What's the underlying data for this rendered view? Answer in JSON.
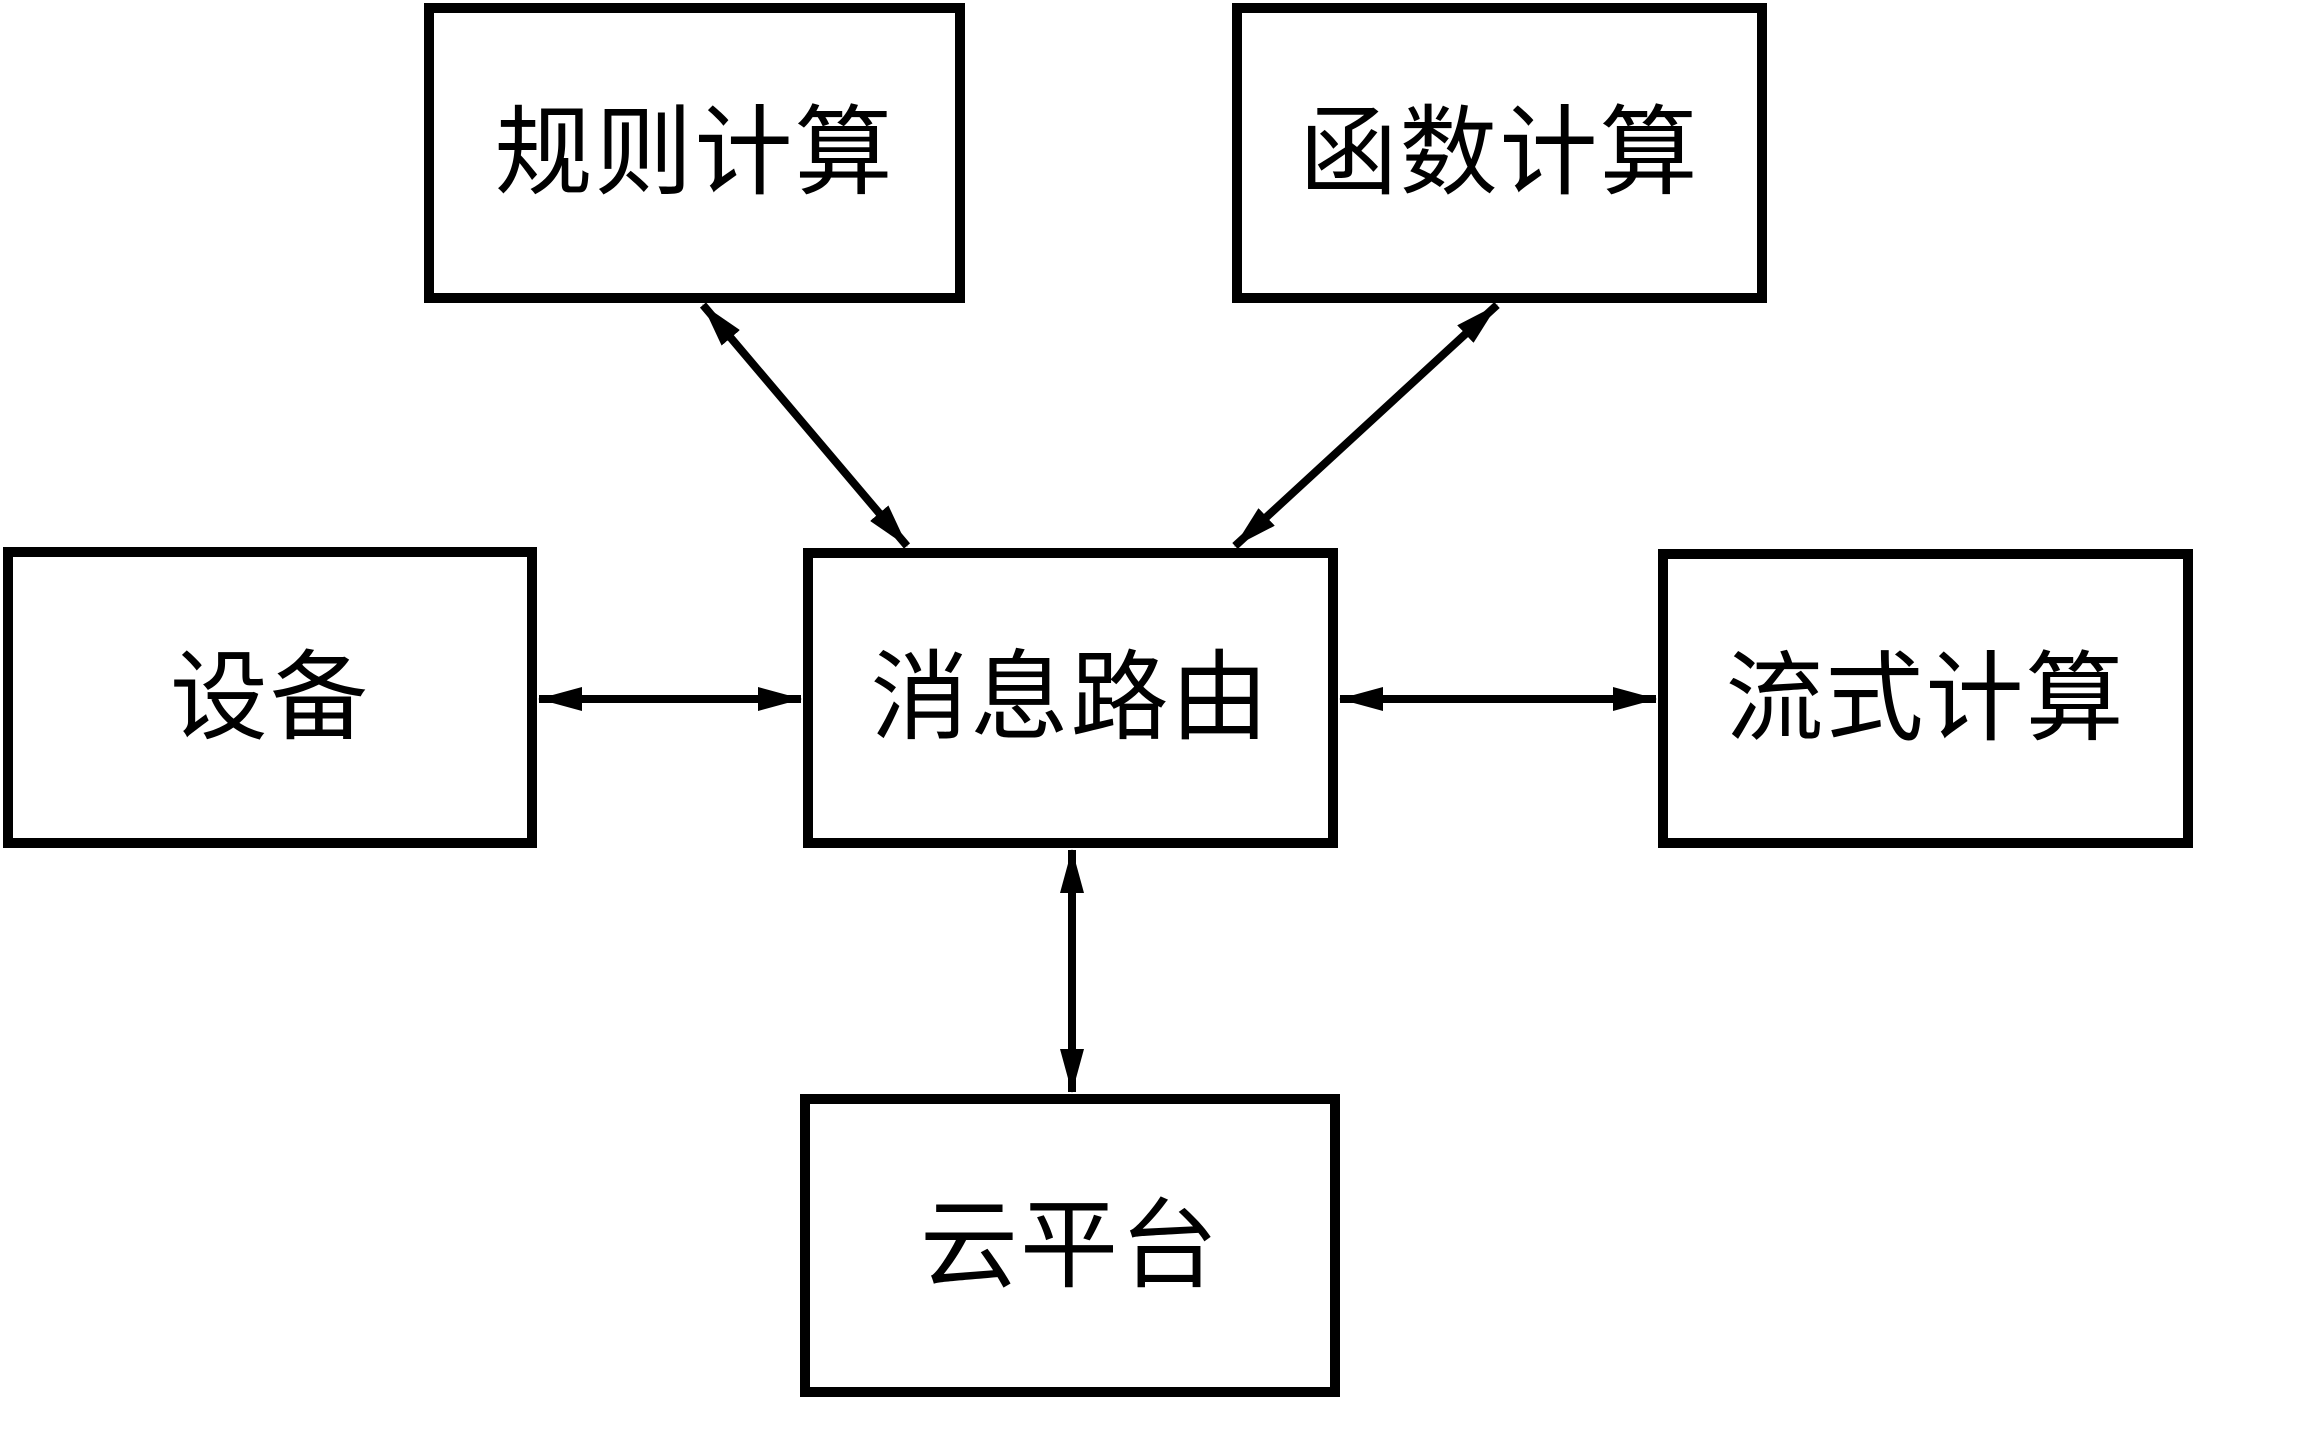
{
  "diagram": {
    "background_color": "#ffffff",
    "stroke_color": "#000000",
    "nodes": [
      {
        "id": "rule-compute",
        "label": "规则计算"
      },
      {
        "id": "function-compute",
        "label": "函数计算"
      },
      {
        "id": "device",
        "label": "设备"
      },
      {
        "id": "message-router",
        "label": "消息路由"
      },
      {
        "id": "stream-compute",
        "label": "流式计算"
      },
      {
        "id": "cloud-platform",
        "label": "云平台"
      }
    ],
    "edges": [
      {
        "from": "message-router",
        "to": "rule-compute",
        "direction": "bidirectional"
      },
      {
        "from": "message-router",
        "to": "function-compute",
        "direction": "bidirectional"
      },
      {
        "from": "device",
        "to": "message-router",
        "direction": "bidirectional"
      },
      {
        "from": "message-router",
        "to": "stream-compute",
        "direction": "bidirectional"
      },
      {
        "from": "message-router",
        "to": "cloud-platform",
        "direction": "bidirectional"
      }
    ]
  }
}
